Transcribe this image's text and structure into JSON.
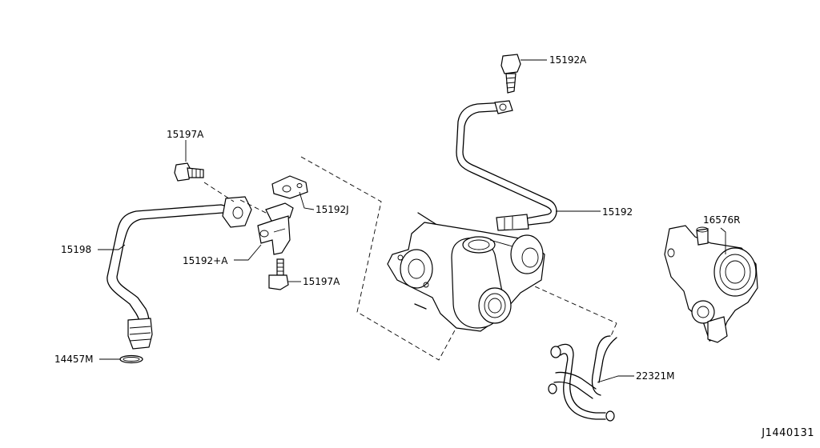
{
  "callouts": {
    "p15192A": "15192A",
    "p15197A_top": "15197A",
    "p15192J": "15192J",
    "p15192": "15192",
    "p16576R": "16576R",
    "p15198": "15198",
    "p15192plusA": "15192+A",
    "p15197A_bottom": "15197A",
    "p14457M": "14457M",
    "p22321M": "22321M"
  },
  "reference_code": "J1440131"
}
